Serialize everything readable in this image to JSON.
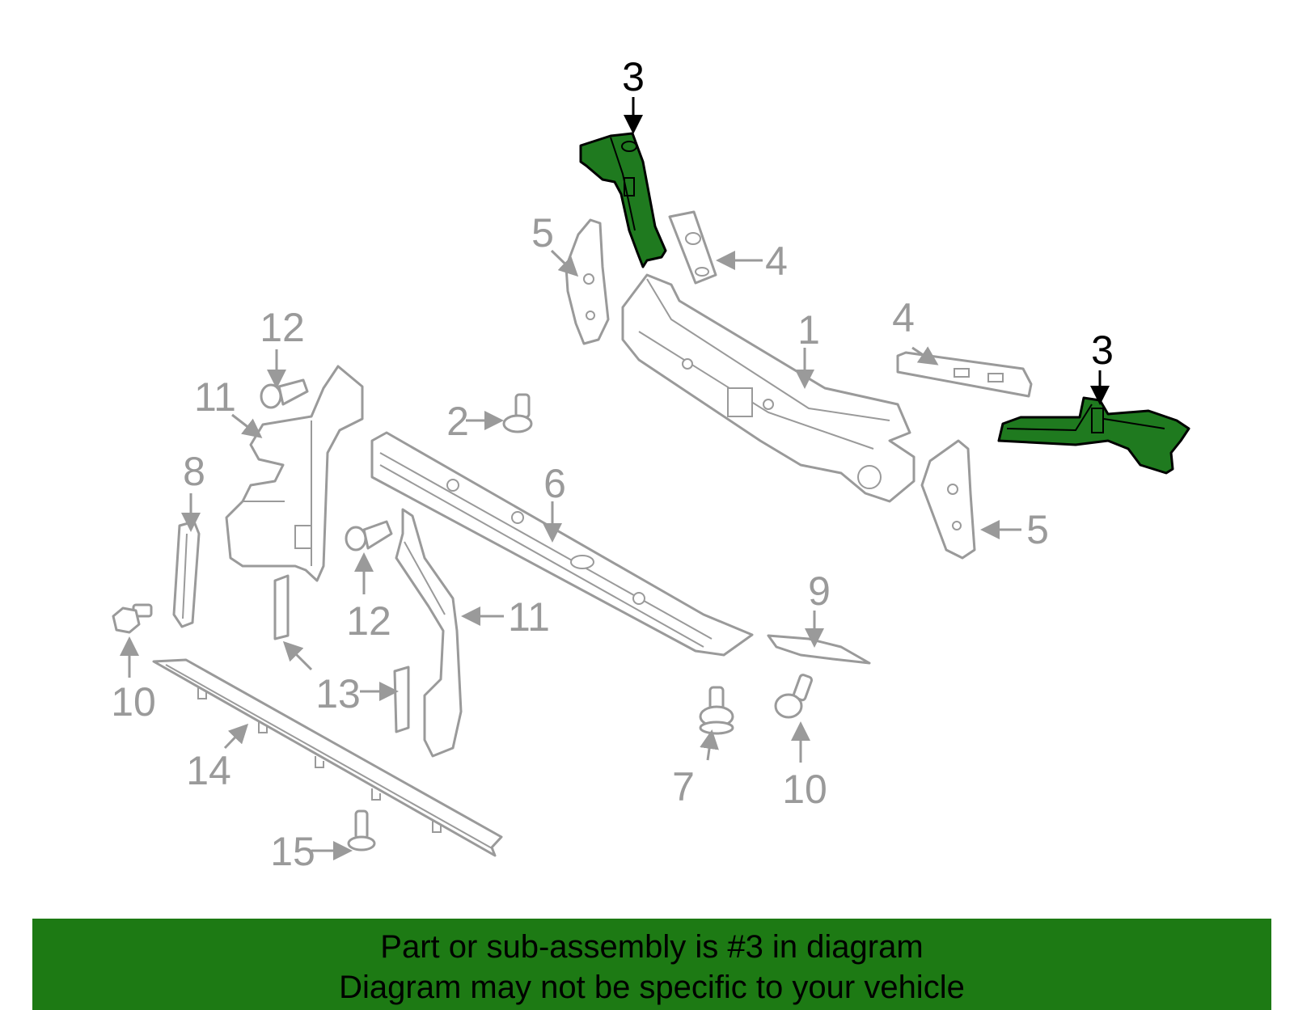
{
  "diagram": {
    "highlight_color": "#1f7a1f",
    "part_color": "#9a9a9a",
    "highlighted_part": "3",
    "callouts": {
      "c3a": "3",
      "c3b": "3",
      "c1": "1",
      "c2": "2",
      "c4a": "4",
      "c4b": "4",
      "c5a": "5",
      "c5b": "5",
      "c6": "6",
      "c7": "7",
      "c8": "8",
      "c9": "9",
      "c10a": "10",
      "c10b": "10",
      "c11a": "11",
      "c11b": "11",
      "c12a": "12",
      "c12b": "12",
      "c13": "13",
      "c14": "14",
      "c15": "15"
    }
  },
  "banner": {
    "background": "#1d7a14",
    "line1": "Part or sub-assembly is #3 in diagram",
    "line2": "Diagram may not be specific to your vehicle"
  }
}
